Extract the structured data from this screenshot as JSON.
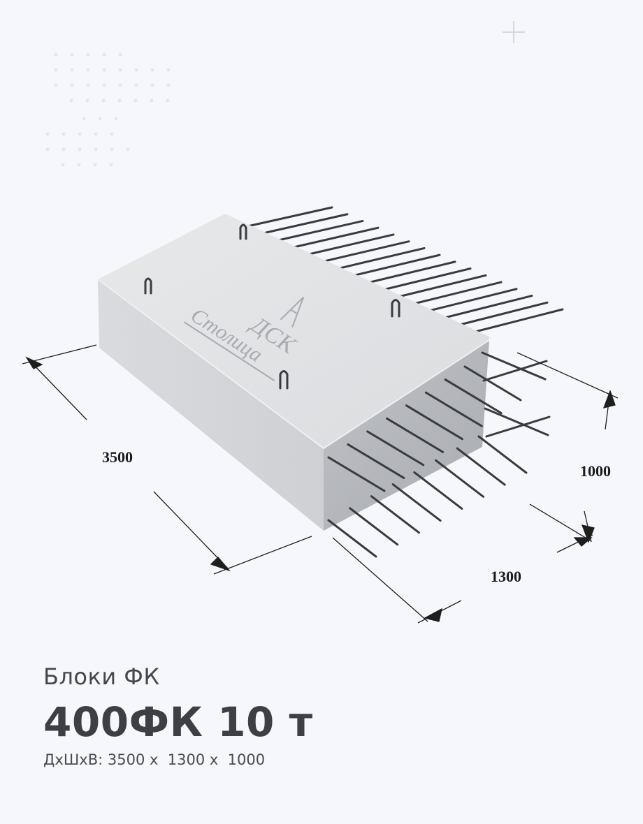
{
  "product": {
    "category": "Блоки ФК",
    "title": "400ФК 10 т",
    "dimensions_line": "ДхШхВ: 3500 х  1300 х  1000"
  },
  "dimensions": {
    "length_label": "3500",
    "width_label": "1300",
    "height_label": "1000"
  },
  "brand": {
    "line1": "ДСК",
    "line2": "Столица"
  },
  "colors": {
    "background": "#f5f7fc",
    "concrete_top": "#e4e6e9",
    "concrete_side": "#d2d4d8",
    "concrete_end": "#b5b8bd",
    "rebar": "#3a3b3f",
    "text_dark": "#3d3f45"
  },
  "icons": [
    "plus-icon",
    "dot-grid-decoration",
    "brand-logo"
  ]
}
